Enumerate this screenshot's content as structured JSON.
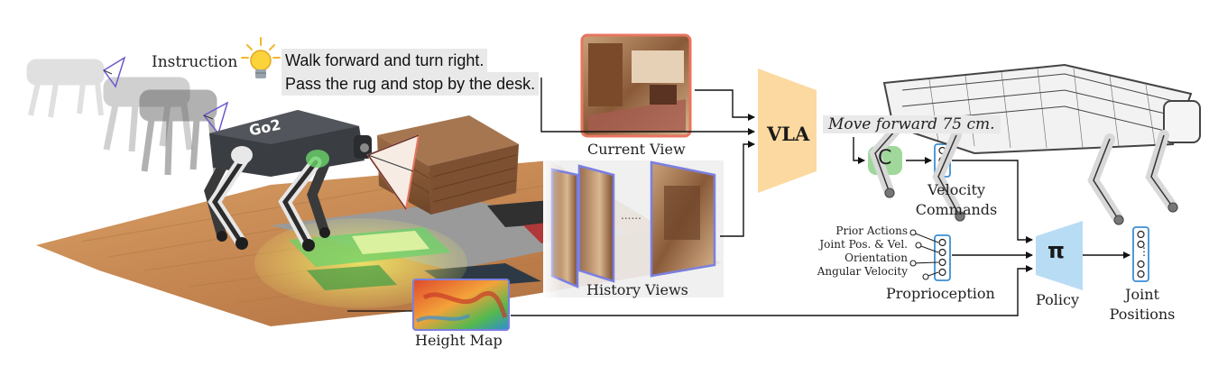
{
  "instruction": {
    "label": "Instruction",
    "line1": "Walk forward and turn right.",
    "line2": "Pass the rug and stop by the desk."
  },
  "robot": {
    "badge": "Go2"
  },
  "views": {
    "current": "Current View",
    "history": "History Views",
    "ellipsis": "......"
  },
  "vla": {
    "label": "VLA",
    "output": "Move forward 75 cm."
  },
  "velocity": {
    "module": "C",
    "label_line1": "Velocity",
    "label_line2": "Commands"
  },
  "proprioception": {
    "label": "Proprioception",
    "inputs": [
      "Prior Actions",
      "Joint Pos. & Vel.",
      "Orientation",
      "Angular Velocity"
    ]
  },
  "policy": {
    "symbol": "π",
    "label": "Policy"
  },
  "joints": {
    "label_line1": "Joint",
    "label_line2": "Positions"
  },
  "height_map": {
    "label": "Height Map"
  },
  "colors": {
    "vla_fill": "#fcd9a0",
    "policy_fill": "#b9dcf5",
    "c_module_fill": "#9fd89a",
    "current_view_border": "#e8745f",
    "history_view_border": "#7b7fe0",
    "vector_border": "#3c8fd4",
    "text_highlight": "#e9e9e9"
  }
}
